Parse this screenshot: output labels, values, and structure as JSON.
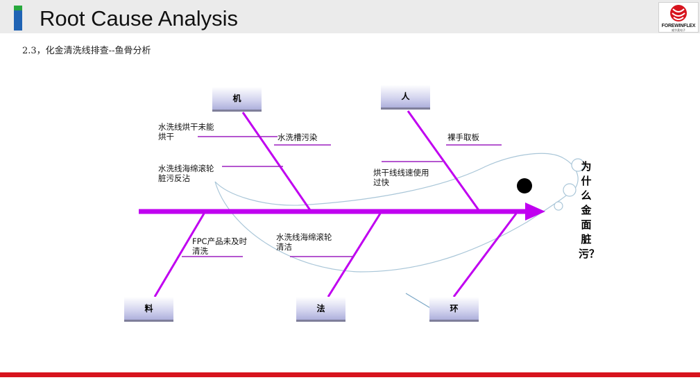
{
  "header": {
    "title": "Root Cause Analysis",
    "logo": {
      "name": "FOREWINFLEX",
      "sub": "威华柔电子"
    }
  },
  "subtitle": "2.3，化金清洗线排查--鱼骨分析",
  "fishbone": {
    "problem": "为什么金面脏污？",
    "categories": {
      "machine": "机",
      "man": "人",
      "material": "料",
      "method": "法",
      "environment": "环"
    },
    "causes": {
      "machine_1": "水洗线烘干未能\n烘干",
      "machine_2": "水洗槽污染",
      "machine_3": "水洗线海绵滚轮\n脏污反沾",
      "man_1": "裸手取板",
      "man_2": "烘干线线速使用\n过快",
      "material_1": "FPC产品未及时\n清洗",
      "method_1": "水洗线海绵滚轮\n清洁"
    }
  },
  "colors": {
    "bone": "#c000f0",
    "underline": "#9b1fbf",
    "accent_blue": "#1f63b4",
    "accent_green": "#27a83d",
    "footer_red": "#d7141e",
    "fish_outline": "#a9c6d8"
  }
}
